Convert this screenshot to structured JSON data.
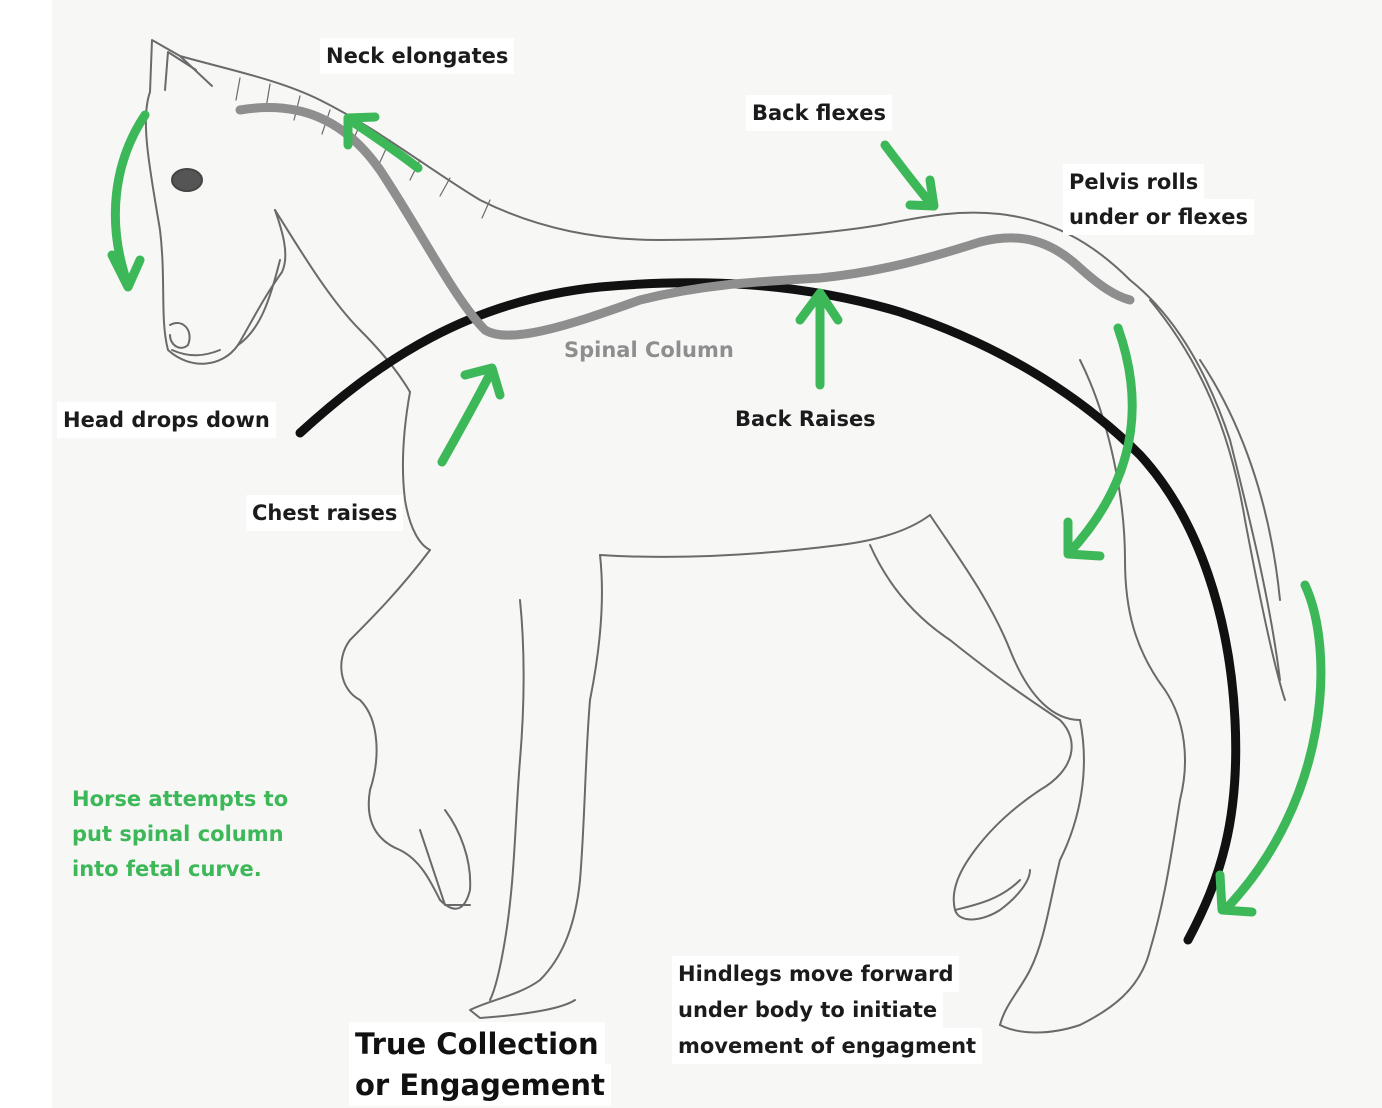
{
  "labels": {
    "neck": "Neck elongates",
    "back_flexes": "Back flexes",
    "pelvis_line1": "Pelvis rolls",
    "pelvis_line2": "under or flexes",
    "spinal_column": "Spinal Column",
    "back_raises": "Back Raises",
    "head_drops": "Head drops down",
    "chest_raises": "Chest raises",
    "hindlegs_line1": "Hindlegs move forward",
    "hindlegs_line2": "under body to initiate",
    "hindlegs_line3": "movement of engagment",
    "fetal_line1": "Horse attempts to",
    "fetal_line2": "put spinal column",
    "fetal_line3": "into fetal curve.",
    "caption_line1": "True Collection",
    "caption_line2": "or Engagement"
  },
  "colors": {
    "arrow_green": "#3db858",
    "spine_gray": "#8e8e8e",
    "curve_black": "#111111",
    "sketch": "#6a6a6a",
    "paper": "#f7f7f6"
  }
}
